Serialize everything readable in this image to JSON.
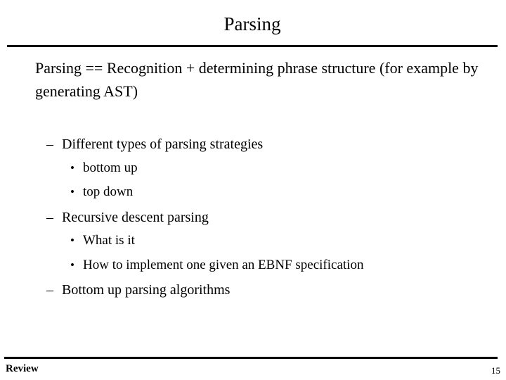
{
  "slide": {
    "title": "Parsing",
    "lead_paragraph": "Parsing == Recognition + determining phrase structure (for example by generating AST)",
    "bullets": [
      {
        "level": 2,
        "marker": "–",
        "text": "Different types of parsing strategies"
      },
      {
        "level": 3,
        "marker": "•",
        "text": "bottom up"
      },
      {
        "level": 3,
        "marker": "•",
        "text": "top down"
      },
      {
        "level": 2,
        "marker": "–",
        "text": "Recursive descent parsing"
      },
      {
        "level": 3,
        "marker": "•",
        "text": "What is it"
      },
      {
        "level": 3,
        "marker": "•",
        "text": "How to implement one given an EBNF specification"
      },
      {
        "level": 2,
        "marker": "–",
        "text": "Bottom up parsing algorithms"
      }
    ],
    "footer": {
      "left_label": "Review",
      "page_number": "15"
    },
    "colors": {
      "background": "#ffffff",
      "text": "#000000",
      "rule": "#000000"
    }
  }
}
